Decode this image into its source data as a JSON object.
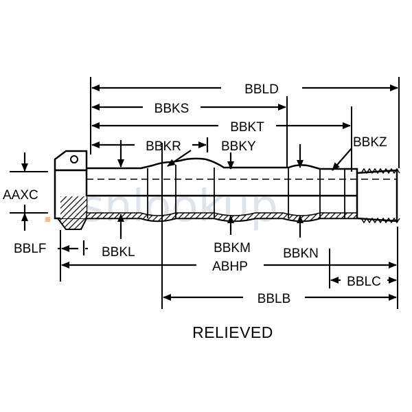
{
  "diagram": {
    "caption": "RELIEVED",
    "watermark": "nsnlookup",
    "labels": {
      "bbld": "BBLD",
      "bbks": "BBKS",
      "bbkt": "BBKT",
      "bbkr": "BBKR",
      "bbky": "BBKY",
      "bbkz": "BBKZ",
      "aaxc": "AAXC",
      "bblf": "BBLF",
      "bbkl": "BBKL",
      "bbkm": "BBKM",
      "abhp": "ABHP",
      "bbkn": "BBKN",
      "bblc": "BBLC",
      "bblb": "BBLB"
    }
  }
}
